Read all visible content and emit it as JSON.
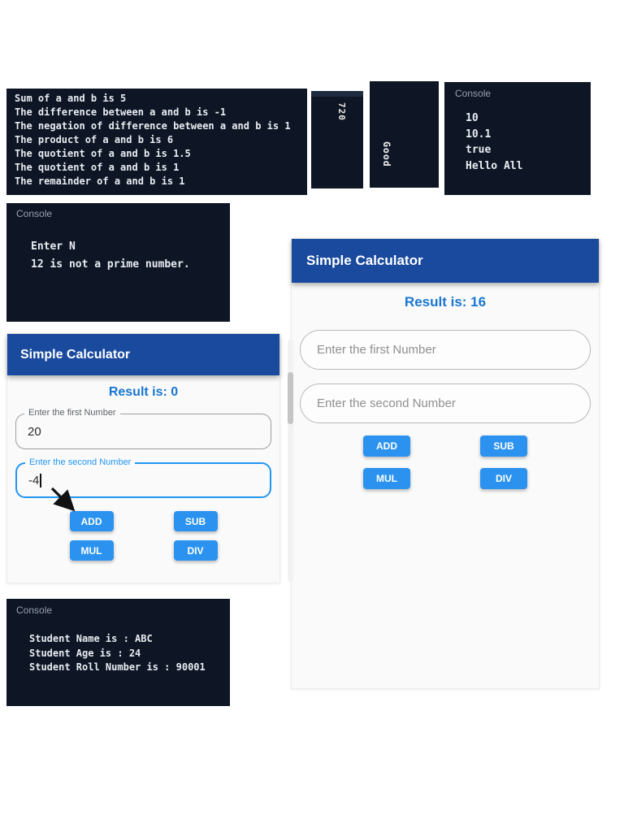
{
  "console_arith": {
    "lines": [
      "Sum of a and b is 5",
      "The difference between a and b is -1",
      "The negation of difference between a and b is 1",
      "The product of a and b is 6",
      "The quotient of a and b is 1.5",
      "The quotient of a and b is 1",
      "The remainder of a and b is 1"
    ]
  },
  "box_720": {
    "text": "720"
  },
  "box_good": {
    "text": "Good"
  },
  "console_values": {
    "title": "Console",
    "lines": [
      "10",
      "10.1",
      "true",
      "Hello All"
    ]
  },
  "console_prime": {
    "title": "Console",
    "lines": [
      "Enter N",
      "12 is not a prime number."
    ]
  },
  "console_student": {
    "title": "Console",
    "lines": [
      "Student Name is : ABC",
      "Student Age is : 24",
      "Student Roll Number is : 90001"
    ]
  },
  "calc_right": {
    "title": "Simple Calculator",
    "result": "Result is: 16",
    "first_placeholder": "Enter the first Number",
    "second_placeholder": "Enter the second Number",
    "buttons": {
      "add": "ADD",
      "sub": "SUB",
      "mul": "MUL",
      "div": "DIV"
    }
  },
  "calc_left": {
    "title": "Simple Calculator",
    "result": "Result is: 0",
    "first_label": "Enter the first Number",
    "first_value": "20",
    "second_label": "Enter the second Number",
    "second_value": "-4",
    "buttons": {
      "add": "ADD",
      "sub": "SUB",
      "mul": "MUL",
      "div": "DIV"
    }
  },
  "colors": {
    "console_bg": "#0e1625",
    "header_blue": "#1a4a9e",
    "accent_blue": "#1976d2",
    "button_blue": "#2b93ef"
  }
}
